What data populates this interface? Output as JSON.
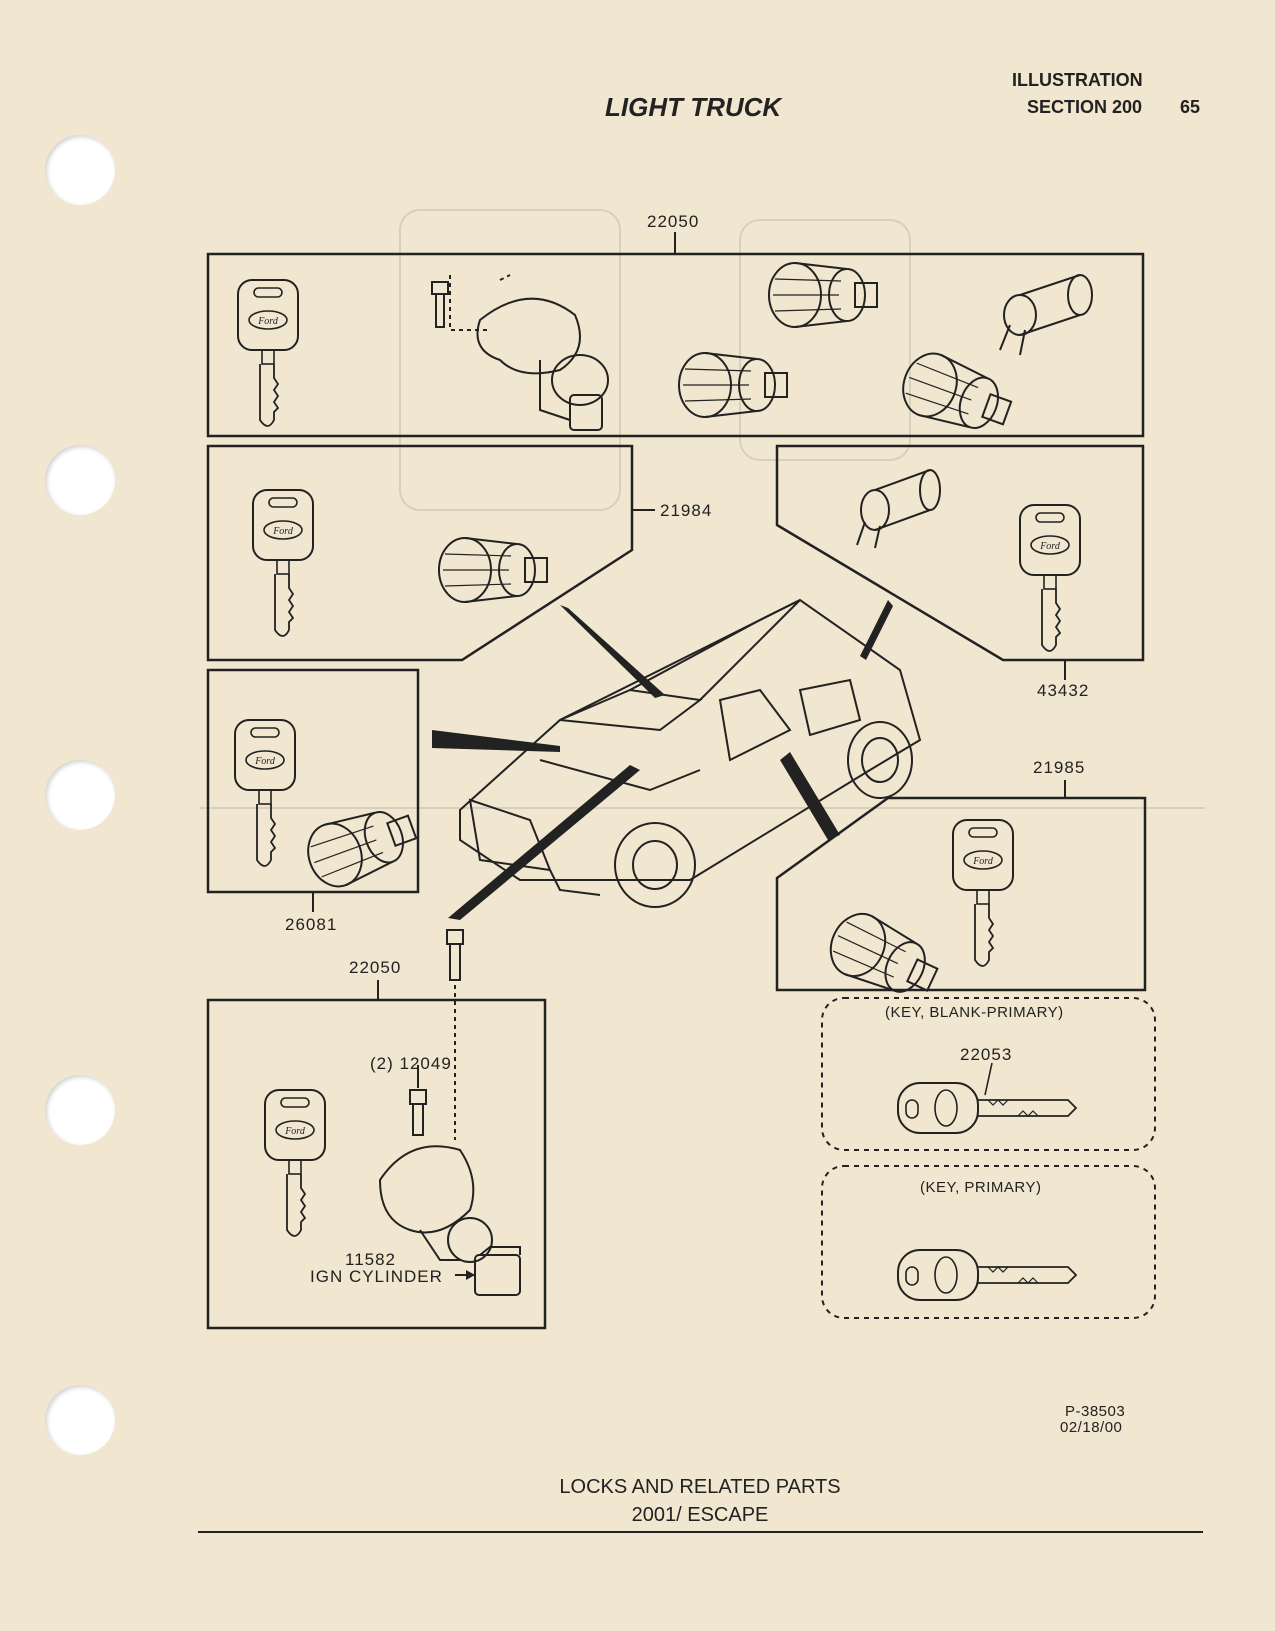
{
  "header": {
    "title": "LIGHT TRUCK",
    "section_label": "ILLUSTRATION",
    "section": "SECTION 200",
    "page_number": "65"
  },
  "callouts": {
    "top_assembly": "22050",
    "left_door_cylinder": "21984",
    "right_tailgate_cylinder": "43432",
    "glove_box_cylinder": "26081",
    "right_door_cylinder": "21985",
    "ignition_assembly": "22050",
    "ignition_screws": "(2) 12049",
    "ignition_cylinder_number": "11582",
    "ignition_cylinder_label": "IGN CYLINDER",
    "key_blank_caption": "(KEY, BLANK-PRIMARY)",
    "key_blank_number": "22053",
    "key_primary_caption": "(KEY, PRIMARY)"
  },
  "drawing": {
    "number": "P-38503",
    "date": "02/18/00"
  },
  "footer": {
    "title": "LOCKS AND RELATED PARTS",
    "model": "2001/ ESCAPE"
  },
  "colors": {
    "paper": "#f1e6cf",
    "ink": "#222222"
  },
  "icons": [
    "ford-key-icon",
    "lock-cylinder-icon",
    "ignition-housing-icon",
    "vehicle-icon"
  ]
}
